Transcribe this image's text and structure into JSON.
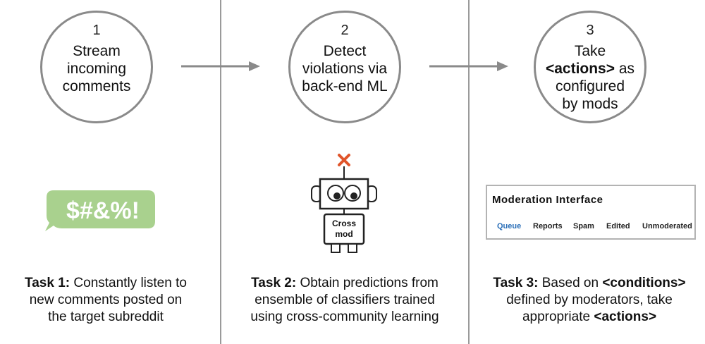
{
  "steps": [
    {
      "number": "1",
      "lines": [
        "Stream",
        "incoming",
        "comments"
      ]
    },
    {
      "number": "2",
      "lines": [
        "Detect",
        "violations via",
        "back-end ML"
      ]
    },
    {
      "number": "3",
      "line1": "Take",
      "line2_bold": "<actions>",
      "line2_rest": " as",
      "line3": "configured",
      "line4": "by mods"
    }
  ],
  "speech_bubble": {
    "text": "$#&%!",
    "color": "#a9d18e"
  },
  "robot": {
    "label_line1": "Cross",
    "label_line2": "mod",
    "antenna_color": "#e0552b"
  },
  "moderation_interface": {
    "title": "Moderation Interface",
    "tabs": [
      "Queue",
      "Reports",
      "Spam",
      "Edited",
      "Unmoderated"
    ],
    "active_tab": "Queue"
  },
  "tasks": [
    {
      "bold": "Task 1:",
      "rest_line1": " Constantly listen to",
      "line2": "new comments posted on",
      "line3": "the target subreddit"
    },
    {
      "bold": "Task 2:",
      "rest_line1": " Obtain predictions from",
      "line2": "ensemble of classifiers trained",
      "line3": "using cross-community learning"
    },
    {
      "bold": "Task 3:",
      "rest_line1": " Based on ",
      "rest_line1_bold": "<conditions>",
      "line2": "defined by moderators, take",
      "line3_pre": "appropriate ",
      "line3_bold": "<actions>"
    }
  ]
}
